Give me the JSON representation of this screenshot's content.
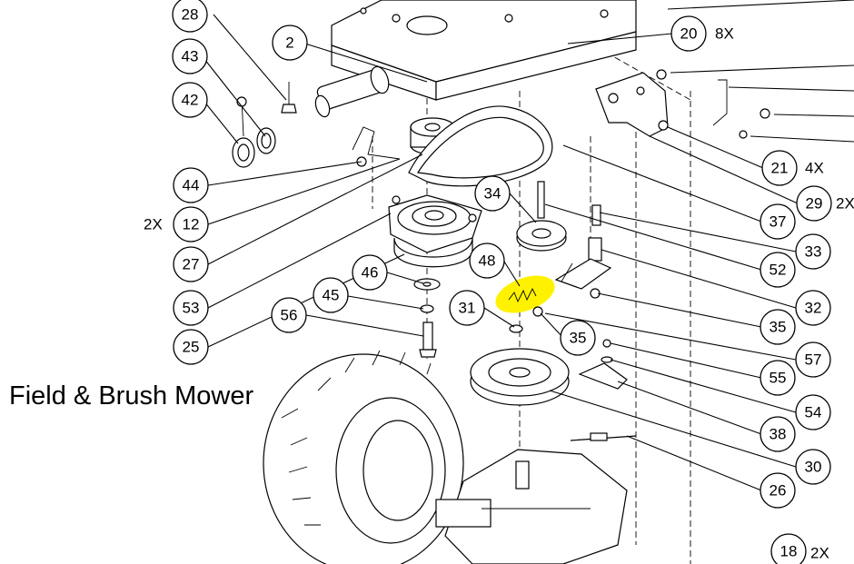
{
  "title": "Field & Brush Mower",
  "highlight_color": "#fff200",
  "callouts": [
    {
      "id": "28"
    },
    {
      "id": "43"
    },
    {
      "id": "42"
    },
    {
      "id": "2"
    },
    {
      "id": "44"
    },
    {
      "id": "12",
      "qty": "2X"
    },
    {
      "id": "27"
    },
    {
      "id": "53"
    },
    {
      "id": "25"
    },
    {
      "id": "46"
    },
    {
      "id": "45"
    },
    {
      "id": "56"
    },
    {
      "id": "34"
    },
    {
      "id": "48"
    },
    {
      "id": "31"
    },
    {
      "id": "35"
    },
    {
      "id": "20",
      "qty": "8X"
    },
    {
      "id": "21",
      "qty": "4X"
    },
    {
      "id": "29",
      "qty": "2X"
    },
    {
      "id": "37"
    },
    {
      "id": "33"
    },
    {
      "id": "52"
    },
    {
      "id": "32"
    },
    {
      "id": "35"
    },
    {
      "id": "57"
    },
    {
      "id": "55"
    },
    {
      "id": "54"
    },
    {
      "id": "38"
    },
    {
      "id": "30"
    },
    {
      "id": "26"
    },
    {
      "id": "18",
      "qty": "2X"
    }
  ]
}
